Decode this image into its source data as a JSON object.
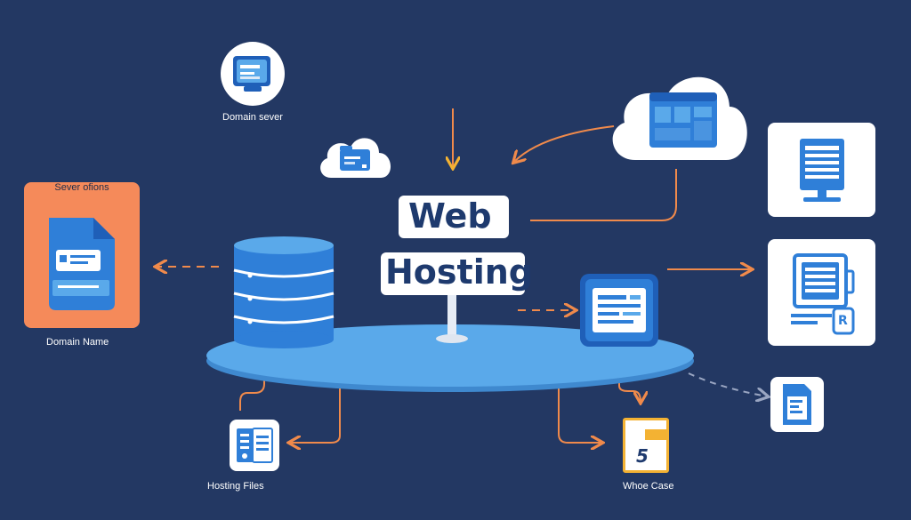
{
  "title": {
    "line1": "Web",
    "line2": "Hosting"
  },
  "labels": {
    "domain_server": "Domain sever",
    "server_options": "Sever ofions",
    "domain_name": "Domain Name",
    "hosting_files": "Hosting Files",
    "whoe_case": "Whoe Case"
  },
  "glyphs": {
    "document_letter": "R",
    "file_number": "5"
  },
  "colors": {
    "background": "#233863",
    "platform": "#5aa9ea",
    "accent_blue": "#2f7fd8",
    "arrow_orange": "#f08a4b",
    "arrow_yellow": "#f3b233",
    "server_options_bg": "#f58a5a",
    "title_text": "#1e3a6e"
  }
}
